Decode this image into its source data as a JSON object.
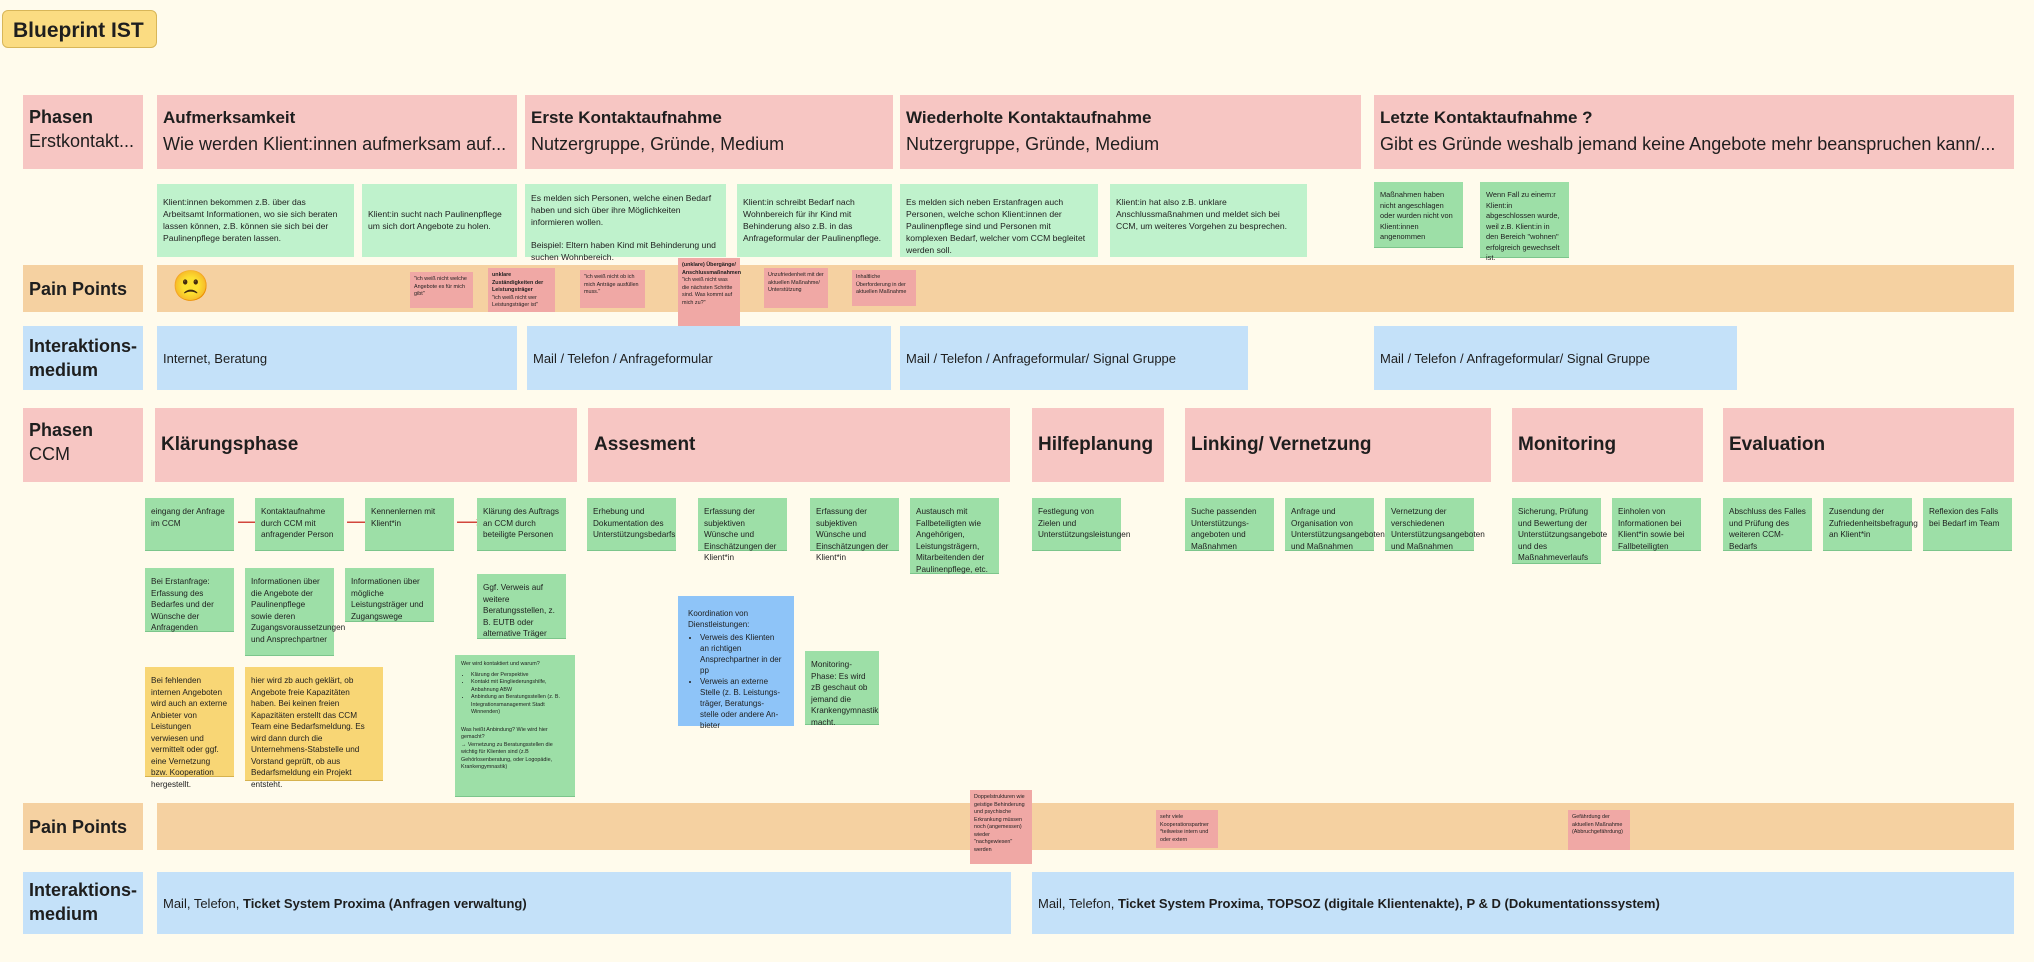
{
  "title": "Blueprint IST",
  "phases_ek": {
    "label_bold": "Phasen",
    "label_sub": "Erstkontakt...",
    "columns": [
      {
        "title": "Aufmerksamkeit",
        "subtitle": "Wie werden Klient:innen aufmerksam auf..."
      },
      {
        "title": "Erste Kontaktaufnahme",
        "subtitle": "Nutzergruppe, Gründe, Medium"
      },
      {
        "title": "Wiederholte Kontaktaufnahme",
        "subtitle": "Nutzergruppe, Gründe, Medium"
      },
      {
        "title": "Letzte Kontaktaufnahme ?",
        "subtitle": "Gibt es Gründe weshalb jemand keine Angebote mehr beanspruchen kann/..."
      }
    ]
  },
  "notes_ek": [
    "Klient:innen bekommen z.B. über das Arbeitsamt Informationen, wo sie sich beraten lassen können, z.B. können sie sich bei der Paulinenpflege beraten lassen.",
    "Klient:in sucht nach Paulinenpflege um sich dort Angebote zu holen.",
    "Es melden sich Personen, welche einen Bedarf haben und sich über ihre Möglichkeiten informieren wollen.",
    "Beispiel: Eltern haben Kind mit Behinderung und suchen Wohnbereich.",
    "Klient:in schreibt Bedarf nach Wohnbereich für ihr Kind mit Behinderung also z.B. in das Anfrageformular der Paulinenpflege.",
    "Es melden sich neben Erstanfragen auch Personen, welche schon Klient:innen der Paulinenpflege sind und Personen mit komplexen Bedarf, welcher vom CCM begleitet werden soll.",
    "Klient:in hat also z.B. unklare Anschlussmaßnahmen und meldet sich bei CCM, um weiteres Vorgehen zu besprechen.",
    "Maßnahmen haben nicht angeschlagen oder wurden nicht von Klient:innen angenommen",
    "Wenn Fall zu einem:r Klient:in abgeschlossen wurde, weil z.B. Klient:in in den Bereich \"wohnen\" erfolgreich gewechselt ist."
  ],
  "pain_points_1": {
    "label": "Pain Points",
    "smiley": "🙁",
    "notes": [
      "\"ich weiß nicht welche Angebote es für mich gibt\"",
      "unklare Zuständigkeiten der Leistungsträger",
      "\"ich weiß nicht wer Leistungsträger ist\"",
      "\"ich weiß nicht ob ich mich Anträge ausfüllen muss.\"",
      "(unklare) Übergänge/ Anschlussmaßnahmen",
      "\"ich weiß nicht was die nächsten Schritte sind. Was kommt auf mich zu?\"",
      "Unzufriedenheit mit der aktuellen Maßnahme/ Unterstützung",
      "Inhaltliche Überforderung in der aktuellen Maßnahme"
    ]
  },
  "medium_1": {
    "label": "Interaktions-medium",
    "cells": [
      "Internet, Beratung",
      "Mail / Telefon / Anfrageformular",
      "Mail / Telefon / Anfrageformular/ Signal Gruppe",
      "Mail / Telefon / Anfrageformular/ Signal Gruppe"
    ]
  },
  "phases_ccm": {
    "label_bold": "Phasen",
    "label_sub": "CCM",
    "columns": [
      "Klärungsphase",
      "Assesment",
      "Hilfeplanung",
      "Linking/ Vernetzung",
      "Monitoring",
      "Evaluation"
    ]
  },
  "ccm_steps": [
    "eingang der Anfrage im CCM",
    "Kontaktaufnahme durch CCM mit anfragender Person",
    "Kennenlernen mit Klient*in",
    "Klärung des Auftrags an CCM durch beteiligte Personen",
    "Erhebung und Dokumentation des Unterstützungsbedarfs",
    "Erfassung der subjektiven Wünsche und Einschätzungen der Klient*in",
    "Erfassung der subjektiven Wünsche und Einschätzungen der Klient*in",
    "Austausch mit Fallbeteiligten wie Angehörigen, Leistungsträgern, Mitarbeitenden der Paulinenpflege, etc.",
    "Festlegung von Zielen und Unterstützungsleistungen",
    "Suche passenden Unterstützungs-angeboten und Maßnahmen",
    "Anfrage und Organisation von Unterstützungsangeboten und Maßnahmen",
    "Vernetzung der verschiedenen Unterstützungsangeboten und Maßnahmen",
    "Sicherung, Prüfung und Bewertung der Unterstützungsangebote und des Maßnahmeverlaufs",
    "Einholen von Informationen bei Klient*in sowie bei Fallbeteiligten",
    "Abschluss des Falles und Prüfung des weiteren CCM-Bedarfs",
    "Zusendung der Zufriedenheitsbefragung an Klient*in",
    "Reflexion des Falls bei Bedarf im Team"
  ],
  "ccm_details": {
    "erstanfrage": "Bei Erstanfrage: Erfassung des Bedarfes und der Wünsche der Anfragenden",
    "angebote": "Informationen über die Angebote der Paulinenpflege sowie deren Zugangsvoraussetzungen und Ansprechpartner",
    "leistungstraeger": "Informationen über mögliche Leistungsträger und Zugangswege",
    "verweis": "Ggf. Verweis auf weitere Beratungsstellen, z. B. EUTB oder alternative Träger",
    "kontakt_q": "Wer wird kontaktiert und warum?",
    "kontakt_items": [
      "Klärung der Perspektive",
      "Kontakt mit Eingliederungshilfe, Anbahnung ABW",
      "Anbindung an Beratungsstellen (z. B. Integrationsmanagement Stadt Winnenden)"
    ],
    "anbindung": "Was heißt Anbindung? Wie wird hier gemacht?",
    "vernetzung": "→ Vernetzung zu Beratungsstellen die wichtig für Klienten sind (z.B Gehörlosenberatung, oder Logopädie, Krankengymnastik)",
    "interne": "Bei fehlenden internen Angeboten wird auch an externe Anbieter von Leistungen verwiesen und vermittelt oder ggf. eine Vernetzung bzw. Kooperation hergestellt.",
    "kapazitaeten": "hier wird zb auch geklärt, ob Angebote freie Kapazitäten haben. Bei keinen freien Kapazitäten erstellt das CCM Team eine Bedarfsmeldung. Es wird dann durch die Unternehmens-Stabstelle und Vorstand geprüft, ob aus Bedarfsmeldung ein Projekt entsteht.",
    "koordination_title": "Koordination von Dienstleistungen:",
    "koordination_items": [
      "Verweis des Klienten an richtigen Ansprechpartner in der pp",
      "Verweis an externe Stelle (z. B. Leistungs-träger, Beratungs- stelle oder andere An- bieter"
    ],
    "monitoring": "Monitoring-Phase: Es wird zB geschaut ob jemand die Krankengymnastik macht."
  },
  "pain_points_2": {
    "label": "Pain Points",
    "notes": [
      "Doppelstrukturen wie geistige Behinderung und psychische Erkrankung müssen noch (angemessen) wieder \"nachgewiesen\" werden",
      "sehr viele Kooperationspartner *teilweise intern und oder extern",
      "Gefährdung der aktuellen Maßnahme (Abbruchgefährdung)"
    ]
  },
  "medium_2": {
    "label": "Interaktions-medium",
    "cells": [
      {
        "plain": "Mail, Telefon, ",
        "bold": "Ticket System Proxima (Anfragen verwaltung)"
      },
      {
        "plain": "Mail, Telefon, ",
        "bold": "Ticket System Proxima, TOPSOZ (digitale Klientenakte), P & D (Dokumentationssystem)"
      }
    ]
  },
  "colors": {
    "background": "#fffbec",
    "phase": "#f7c6c3",
    "pain_band": "#f5d1a1",
    "medium": "#c4e1f9",
    "sticky_green_light": "#bff2cc",
    "sticky_green": "#9ddfa7",
    "sticky_yellow": "#f8d675",
    "sticky_blue": "#8ec4f8",
    "sticky_pink": "#f0a8a5",
    "arrow": "#d2463c"
  }
}
